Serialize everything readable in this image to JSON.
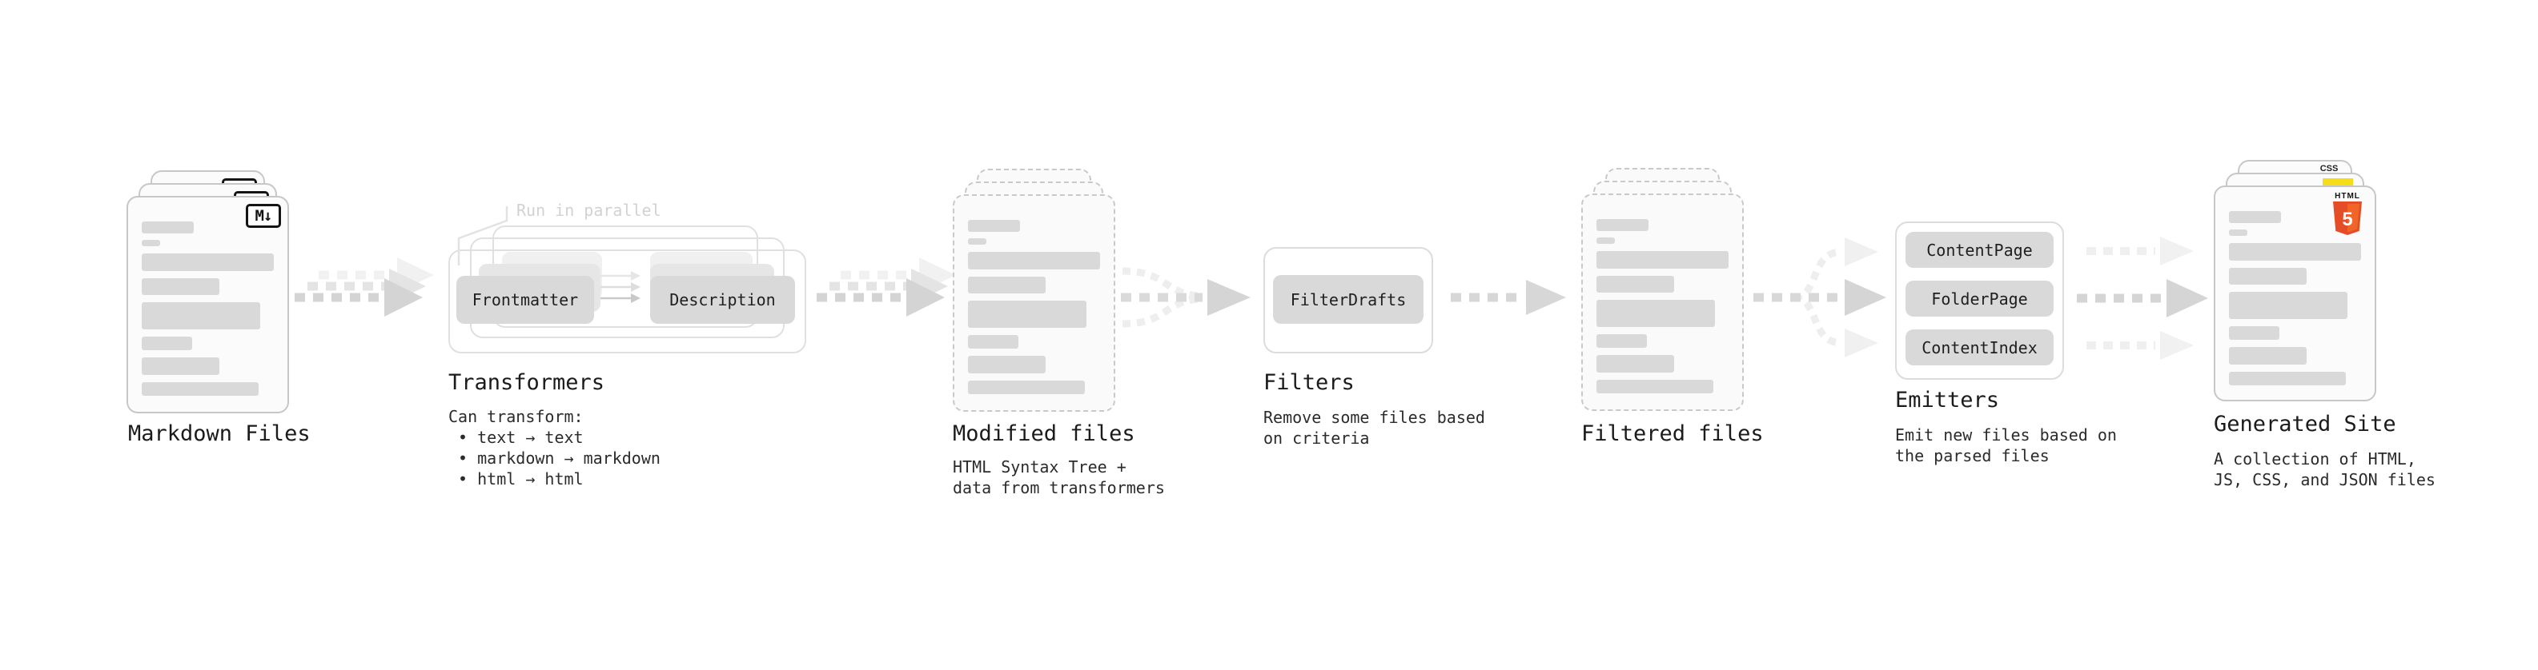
{
  "colors": {
    "md-black": "#141414",
    "html-orange": "#e44d26",
    "html-orange-light": "#f16529",
    "js-yellow": "#f5de19",
    "css-blue": "#2965f1"
  },
  "stages": {
    "markdown": {
      "label": "Markdown Files",
      "badge": "M↓"
    },
    "transformers": {
      "annotation": "Run in parallel",
      "plugin_a": "Frontmatter",
      "plugin_b": "Description",
      "title": "Transformers",
      "body": "Can transform:\n • text → text\n • markdown → markdown\n • html → html"
    },
    "modified": {
      "label": "Modified files",
      "body": "HTML Syntax Tree +\ndata from transformers"
    },
    "filters": {
      "title": "Filters",
      "plugin": "FilterDrafts",
      "body": "Remove some files based\non criteria"
    },
    "filtered": {
      "label": "Filtered files"
    },
    "emitters": {
      "title": "Emitters",
      "plugins": [
        "ContentPage",
        "FolderPage",
        "ContentIndex"
      ],
      "body": "Emit new files based on\nthe parsed files"
    },
    "generated": {
      "label": "Generated Site",
      "body": "A collection of HTML,\nJS, CSS, and JSON files",
      "html_badge_top": "HTML",
      "html_badge_number": "5",
      "css_badge": "CSS"
    }
  }
}
